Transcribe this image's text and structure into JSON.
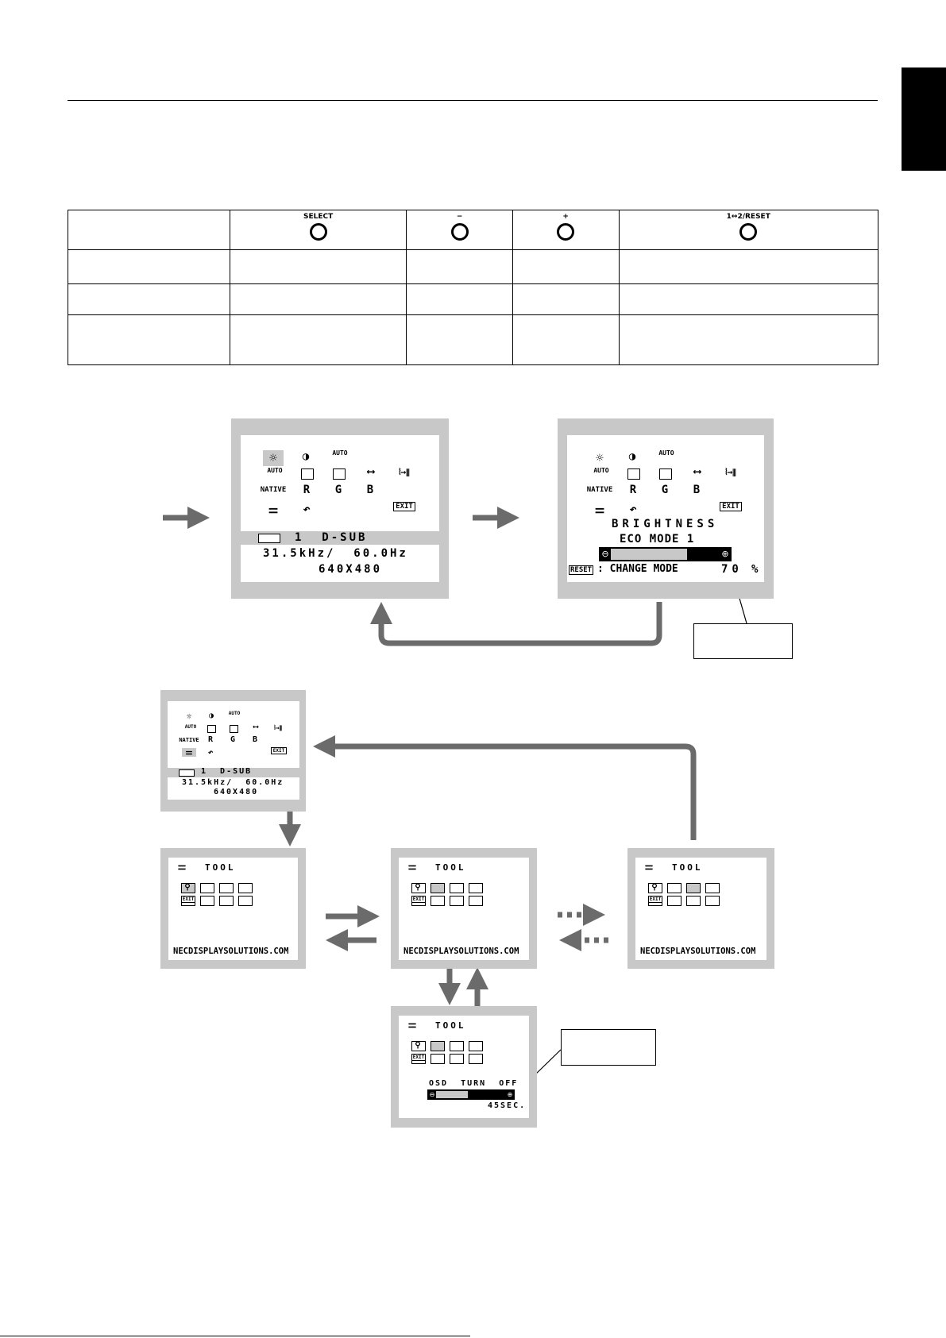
{
  "controls_table": {
    "headers": [
      "",
      "SELECT",
      "−",
      "+",
      "1↔2/RESET"
    ],
    "rows": [
      [
        "",
        "",
        "",
        "",
        ""
      ],
      [
        "",
        "",
        "",
        "",
        ""
      ],
      [
        "",
        "",
        "",
        "",
        ""
      ]
    ]
  },
  "screen_main": {
    "icons_row1": [
      "☼",
      "◑",
      "AUTO"
    ],
    "icons_row2": [
      "AUTO",
      "",
      "",
      "⟷",
      "⦚→⦀"
    ],
    "icons_row3": [
      "NATIVE",
      "R",
      "G",
      "B"
    ],
    "exit_label": "EXIT",
    "input_line": "1  D-SUB",
    "freq_line": "31.5kHz/  60.0Hz",
    "res_line": "640X480"
  },
  "screen_brightness": {
    "title": "BRIGHTNESS",
    "mode": "ECO MODE 1",
    "reset_label": "RESET",
    "change_label": ": CHANGE MODE",
    "value": "70",
    "unit": "%",
    "level_fraction": 0.7
  },
  "screen_small": {
    "input_line": "1  D-SUB",
    "freq_line": "31.5kHz/  60.0Hz",
    "res_line": "640X480",
    "exit_label": "EXIT"
  },
  "tool_screen": {
    "title": "TOOL",
    "url": "NECDISPLAYSOLUTIONS.COM",
    "exit_label": "EXIT"
  },
  "osd_turnoff": {
    "label": "OSD  TURN  OFF",
    "value": "45SEC.",
    "level_fraction": 0.45
  }
}
